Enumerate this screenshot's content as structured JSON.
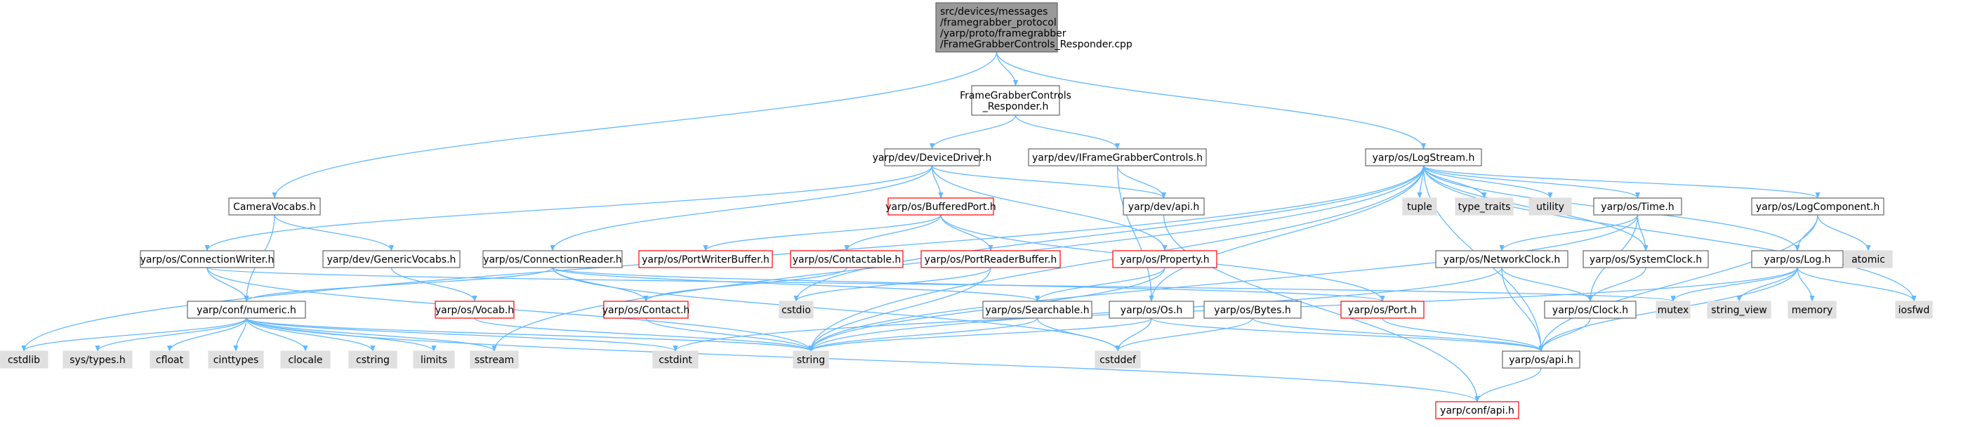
{
  "colors": {
    "edge": "#63b8ff",
    "root_fill": "#999999",
    "root_border": "#666666",
    "normal_fill": "#ffffff",
    "normal_border": "#666666",
    "external_fill": "#e0e0e0",
    "external_border": "#e0e0e0",
    "truncated_fill": "#ffffff",
    "truncated_border": "#ff0000"
  },
  "nodes": {
    "root": {
      "lines": [
        "src/devices/messages",
        "/framegrabber_protocol",
        "/yarp/proto/framegrabber",
        "/FrameGrabberControls_Responder.cpp"
      ],
      "kind": "root"
    },
    "fgc_responder": {
      "lines": [
        "FrameGrabberControls",
        "_Responder.h"
      ],
      "kind": "normal"
    },
    "camera_vocabs": {
      "lines": [
        "CameraVocabs.h"
      ],
      "kind": "normal"
    },
    "device_driver": {
      "lines": [
        "yarp/dev/DeviceDriver.h"
      ],
      "kind": "normal"
    },
    "ifgc": {
      "lines": [
        "yarp/dev/IFrameGrabberControls.h"
      ],
      "kind": "normal"
    },
    "log_stream": {
      "lines": [
        "yarp/os/LogStream.h"
      ],
      "kind": "normal"
    },
    "buffered_port": {
      "lines": [
        "yarp/os/BufferedPort.h"
      ],
      "kind": "truncated"
    },
    "dev_api": {
      "lines": [
        "yarp/dev/api.h"
      ],
      "kind": "normal"
    },
    "tuple": {
      "lines": [
        "tuple"
      ],
      "kind": "external"
    },
    "type_traits": {
      "lines": [
        "type_traits"
      ],
      "kind": "external"
    },
    "utility": {
      "lines": [
        "utility"
      ],
      "kind": "external"
    },
    "time_h": {
      "lines": [
        "yarp/os/Time.h"
      ],
      "kind": "normal"
    },
    "log_component": {
      "lines": [
        "yarp/os/LogComponent.h"
      ],
      "kind": "normal"
    },
    "connection_writer": {
      "lines": [
        "yarp/os/ConnectionWriter.h"
      ],
      "kind": "normal"
    },
    "generic_vocabs": {
      "lines": [
        "yarp/dev/GenericVocabs.h"
      ],
      "kind": "normal"
    },
    "connection_reader": {
      "lines": [
        "yarp/os/ConnectionReader.h"
      ],
      "kind": "normal"
    },
    "port_writer_buffer": {
      "lines": [
        "yarp/os/PortWriterBuffer.h"
      ],
      "kind": "truncated"
    },
    "contactable": {
      "lines": [
        "yarp/os/Contactable.h"
      ],
      "kind": "truncated"
    },
    "port_reader_buffer": {
      "lines": [
        "yarp/os/PortReaderBuffer.h"
      ],
      "kind": "truncated"
    },
    "property": {
      "lines": [
        "yarp/os/Property.h"
      ],
      "kind": "truncated"
    },
    "network_clock": {
      "lines": [
        "yarp/os/NetworkClock.h"
      ],
      "kind": "normal"
    },
    "system_clock": {
      "lines": [
        "yarp/os/SystemClock.h"
      ],
      "kind": "normal"
    },
    "atomic": {
      "lines": [
        "atomic"
      ],
      "kind": "external"
    },
    "log_h": {
      "lines": [
        "yarp/os/Log.h"
      ],
      "kind": "normal"
    },
    "vocab": {
      "lines": [
        "yarp/os/Vocab.h"
      ],
      "kind": "truncated"
    },
    "conf_numeric": {
      "lines": [
        "yarp/conf/numeric.h"
      ],
      "kind": "normal"
    },
    "contact": {
      "lines": [
        "yarp/os/Contact.h"
      ],
      "kind": "truncated"
    },
    "cstdio": {
      "lines": [
        "cstdio"
      ],
      "kind": "external"
    },
    "searchable": {
      "lines": [
        "yarp/os/Searchable.h"
      ],
      "kind": "normal"
    },
    "os_h": {
      "lines": [
        "yarp/os/Os.h"
      ],
      "kind": "normal"
    },
    "bytes_h": {
      "lines": [
        "yarp/os/Bytes.h"
      ],
      "kind": "normal"
    },
    "port_h": {
      "lines": [
        "yarp/os/Port.h"
      ],
      "kind": "truncated"
    },
    "clock_h": {
      "lines": [
        "yarp/os/Clock.h"
      ],
      "kind": "normal"
    },
    "mutex": {
      "lines": [
        "mutex"
      ],
      "kind": "external"
    },
    "string_view": {
      "lines": [
        "string_view"
      ],
      "kind": "external"
    },
    "memory": {
      "lines": [
        "memory"
      ],
      "kind": "external"
    },
    "iosfwd": {
      "lines": [
        "iosfwd"
      ],
      "kind": "external"
    },
    "cstdlib": {
      "lines": [
        "cstdlib"
      ],
      "kind": "external"
    },
    "sys_types": {
      "lines": [
        "sys/types.h"
      ],
      "kind": "external"
    },
    "cfloat": {
      "lines": [
        "cfloat"
      ],
      "kind": "external"
    },
    "cinttypes": {
      "lines": [
        "cinttypes"
      ],
      "kind": "external"
    },
    "clocale": {
      "lines": [
        "clocale"
      ],
      "kind": "external"
    },
    "cstring": {
      "lines": [
        "cstring"
      ],
      "kind": "external"
    },
    "limits": {
      "lines": [
        "limits"
      ],
      "kind": "external"
    },
    "sstream": {
      "lines": [
        "sstream"
      ],
      "kind": "external"
    },
    "cstdint": {
      "lines": [
        "cstdint"
      ],
      "kind": "external"
    },
    "string": {
      "lines": [
        "string"
      ],
      "kind": "external"
    },
    "cstddef": {
      "lines": [
        "cstddef"
      ],
      "kind": "external"
    },
    "os_api": {
      "lines": [
        "yarp/os/api.h"
      ],
      "kind": "normal"
    },
    "conf_api": {
      "lines": [
        "yarp/conf/api.h"
      ],
      "kind": "truncated"
    }
  },
  "edges": [
    [
      "root",
      "fgc_responder"
    ],
    [
      "root",
      "camera_vocabs"
    ],
    [
      "root",
      "log_stream"
    ],
    [
      "fgc_responder",
      "device_driver"
    ],
    [
      "fgc_responder",
      "ifgc"
    ],
    [
      "camera_vocabs",
      "generic_vocabs"
    ],
    [
      "camera_vocabs",
      "conf_numeric"
    ],
    [
      "device_driver",
      "buffered_port"
    ],
    [
      "device_driver",
      "dev_api"
    ],
    [
      "device_driver",
      "connection_reader"
    ],
    [
      "device_driver",
      "connection_writer"
    ],
    [
      "device_driver",
      "property"
    ],
    [
      "ifgc",
      "dev_api"
    ],
    [
      "ifgc",
      "os_h"
    ],
    [
      "dev_api",
      "conf_api"
    ],
    [
      "buffered_port",
      "port_writer_buffer"
    ],
    [
      "buffered_port",
      "contactable"
    ],
    [
      "buffered_port",
      "port_reader_buffer"
    ],
    [
      "buffered_port",
      "port_h"
    ],
    [
      "log_stream",
      "tuple"
    ],
    [
      "log_stream",
      "type_traits"
    ],
    [
      "log_stream",
      "utility"
    ],
    [
      "log_stream",
      "time_h"
    ],
    [
      "log_stream",
      "log_component"
    ],
    [
      "log_stream",
      "log_h"
    ],
    [
      "log_stream",
      "iosfwd"
    ],
    [
      "log_stream",
      "os_api"
    ],
    [
      "log_stream",
      "cstdlib"
    ],
    [
      "log_stream",
      "string"
    ],
    [
      "log_stream",
      "sstream"
    ],
    [
      "log_stream",
      "cstdio"
    ],
    [
      "log_stream",
      "os_h"
    ],
    [
      "log_stream",
      "system_clock"
    ],
    [
      "time_h",
      "network_clock"
    ],
    [
      "time_h",
      "system_clock"
    ],
    [
      "time_h",
      "clock_h"
    ],
    [
      "time_h",
      "string"
    ],
    [
      "log_component",
      "atomic"
    ],
    [
      "log_component",
      "log_h"
    ],
    [
      "log_component",
      "os_api"
    ],
    [
      "log_h",
      "mutex"
    ],
    [
      "log_h",
      "string_view"
    ],
    [
      "log_h",
      "memory"
    ],
    [
      "log_h",
      "iosfwd"
    ],
    [
      "log_h",
      "os_api"
    ],
    [
      "log_h",
      "cstdint"
    ],
    [
      "network_clock",
      "clock_h"
    ],
    [
      "network_clock",
      "os_api"
    ],
    [
      "network_clock",
      "string"
    ],
    [
      "system_clock",
      "clock_h"
    ],
    [
      "clock_h",
      "os_api"
    ],
    [
      "os_h",
      "string"
    ],
    [
      "os_h",
      "cstddef"
    ],
    [
      "os_h",
      "os_api"
    ],
    [
      "bytes_h",
      "cstddef"
    ],
    [
      "bytes_h",
      "os_api"
    ],
    [
      "port_h",
      "os_api"
    ],
    [
      "os_api",
      "conf_api"
    ],
    [
      "connection_writer",
      "conf_numeric"
    ],
    [
      "connection_writer",
      "string"
    ],
    [
      "connection_writer",
      "mutex"
    ],
    [
      "generic_vocabs",
      "vocab"
    ],
    [
      "vocab",
      "string"
    ],
    [
      "connection_reader",
      "contact"
    ],
    [
      "connection_reader",
      "searchable"
    ],
    [
      "connection_reader",
      "cstddef"
    ],
    [
      "connection_reader",
      "conf_numeric"
    ],
    [
      "connection_reader",
      "port_h"
    ],
    [
      "contactable",
      "contact"
    ],
    [
      "port_reader_buffer",
      "string"
    ],
    [
      "port_reader_buffer",
      "cstdio"
    ],
    [
      "contact",
      "string"
    ],
    [
      "property",
      "searchable"
    ],
    [
      "property",
      "string"
    ],
    [
      "searchable",
      "string"
    ],
    [
      "searchable",
      "cstddef"
    ],
    [
      "conf_numeric",
      "cstdlib"
    ],
    [
      "conf_numeric",
      "sys_types"
    ],
    [
      "conf_numeric",
      "cfloat"
    ],
    [
      "conf_numeric",
      "cinttypes"
    ],
    [
      "conf_numeric",
      "clocale"
    ],
    [
      "conf_numeric",
      "cstring"
    ],
    [
      "conf_numeric",
      "limits"
    ],
    [
      "conf_numeric",
      "sstream"
    ],
    [
      "conf_numeric",
      "cstdint"
    ],
    [
      "conf_numeric",
      "string"
    ],
    [
      "conf_numeric",
      "conf_api"
    ]
  ]
}
